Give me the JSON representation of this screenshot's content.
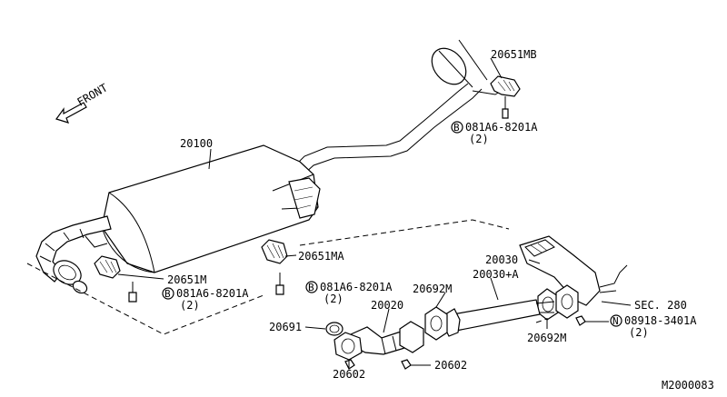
{
  "front_label": "FRONT",
  "labels": {
    "muffler_main": "20100",
    "tail_mount_bracket": "20651MB",
    "bolt_top": "081A6-8201A",
    "bolt_top_qty": "(2)",
    "mount_center": "20651MA",
    "bolt_center": "081A6-8201A",
    "bolt_center_qty": "(2)",
    "mount_left": "20651M",
    "bolt_left": "081A6-8201A",
    "bolt_left_qty": "(2)",
    "pre_muffler": "20030",
    "center_pipe": "20030+A",
    "gasket_a": "20692M",
    "gasket_b": "20692M",
    "front_tube": "20020",
    "seal_ring": "20691",
    "nut_a": "20602",
    "nut_b": "20602",
    "sec_ref": "SEC. 280",
    "nut_flange": "08918-3401A",
    "nut_flange_qty": "(2)",
    "diagram_code": "M2000083"
  },
  "bolt_symbol": "B",
  "nut_symbol": "N"
}
